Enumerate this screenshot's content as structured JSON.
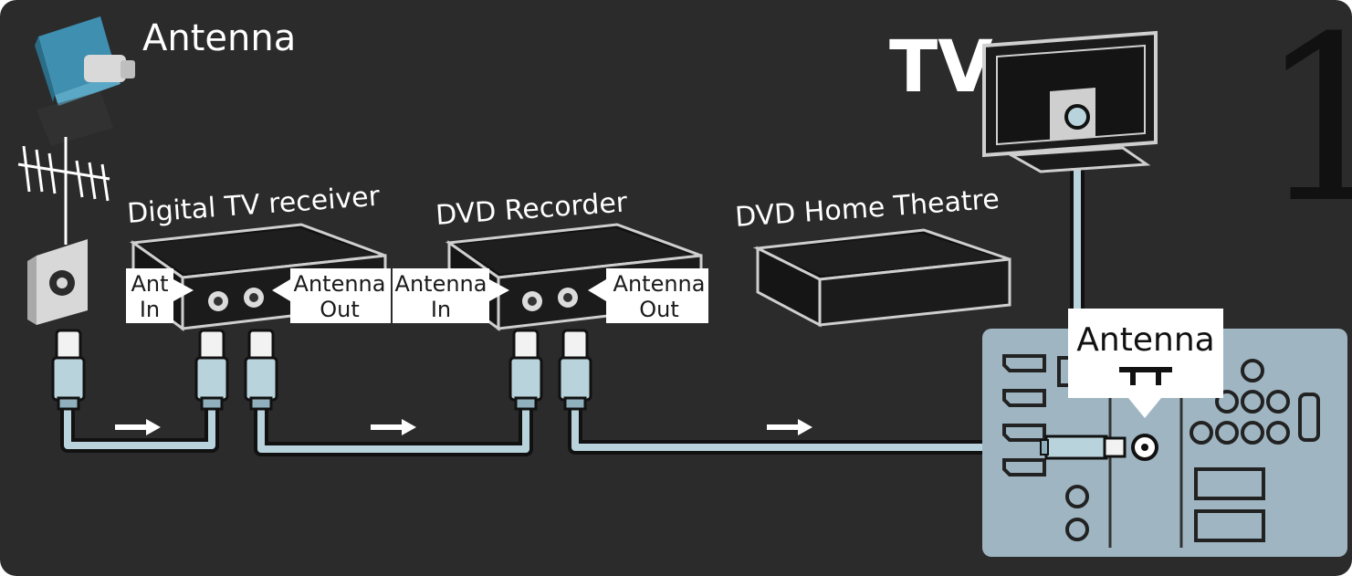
{
  "header": {
    "antenna_title": "Antenna",
    "step_number": "1",
    "tv_label": "TV"
  },
  "devices": {
    "receiver_label": "Digital TV receiver",
    "recorder_label": "DVD Recorder",
    "theatre_label": "DVD  Home Theatre"
  },
  "ports": {
    "receiver_in_line1": "Ant",
    "receiver_in_line2": "In",
    "receiver_out_line1": "Antenna",
    "receiver_out_line2": "Out",
    "recorder_in_line1": "Antenna",
    "recorder_in_line2": "In",
    "recorder_out_line1": "Antenna",
    "recorder_out_line2": "Out"
  },
  "tv_panel": {
    "callout_title": "Antenna"
  },
  "colors": {
    "background": "#2b2b2b",
    "cable": "#b9d3dc",
    "panel": "#9fb6c2",
    "device_body": "#1e1e1e"
  },
  "icons": [
    "antenna-plug-icon",
    "aerial-icon",
    "wall-socket-icon",
    "flow-arrow-icon",
    "antenna-symbol-icon"
  ]
}
